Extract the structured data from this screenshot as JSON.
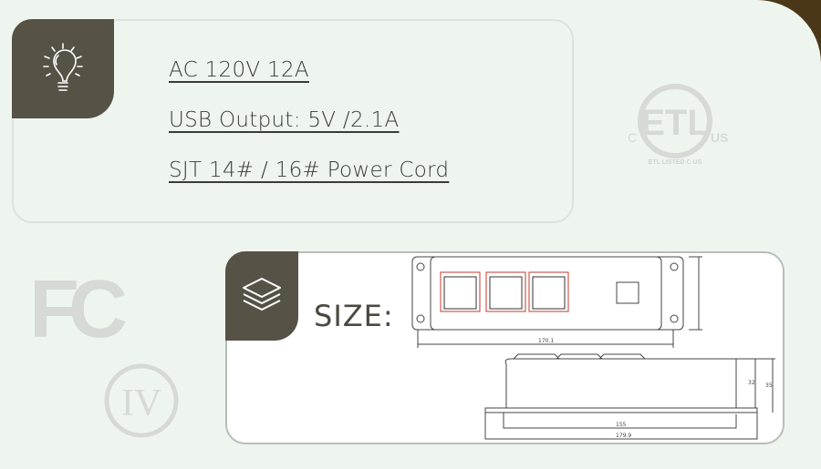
{
  "specs": [
    "AC 120V 12A",
    "USB Output: 5V /2.1A",
    "SJT 14# / 16# Power Cord"
  ],
  "size_label": "SIZE:",
  "dimensions": {
    "front_width": "170.1",
    "base_width": "155",
    "total_width": "179.9",
    "height_inner": "32",
    "height_outer": "35"
  },
  "certifications": {
    "etl": "ETL LISTED C US",
    "fcc": "FC",
    "iv": "IV"
  },
  "icons": [
    "lightbulb-icon",
    "layers-icon"
  ],
  "colors": {
    "background": "#eef5ef",
    "tab": "#575246",
    "corner": "#4a3718",
    "outlet_accent": "#c0392b"
  }
}
